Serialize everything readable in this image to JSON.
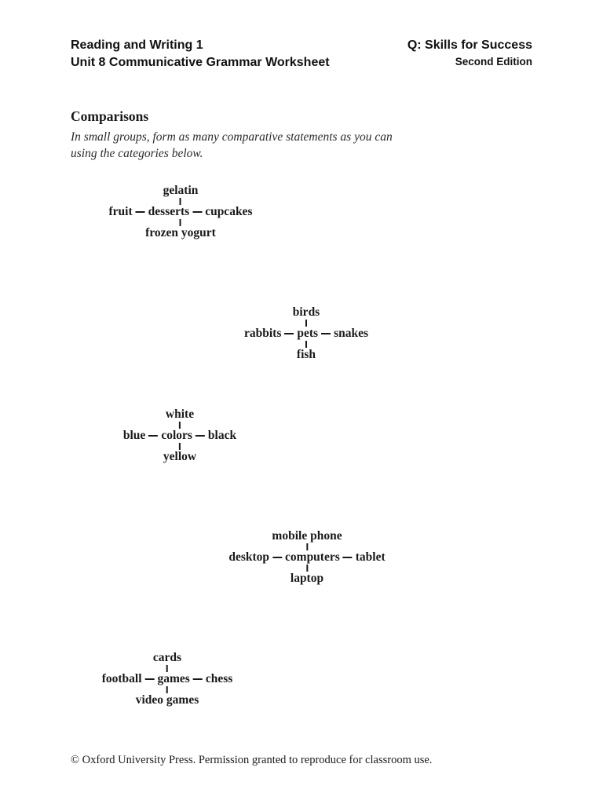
{
  "header": {
    "course": "Reading and Writing 1",
    "worksheet": "Unit 8 Communicative Grammar Worksheet",
    "brand": "Q: Skills for Success",
    "edition": "Second Edition"
  },
  "section": {
    "title": "Comparisons",
    "instructions_lines": [
      "In small groups, form as many comparative statements as you can",
      "using the categories below."
    ]
  },
  "diagrams": [
    {
      "center": "desserts",
      "top": "gelatin",
      "left": "fruit",
      "right": "cupcakes",
      "bottom": "frozen yogurt"
    },
    {
      "center": "pets",
      "top": "birds",
      "left": "rabbits",
      "right": "snakes",
      "bottom": "fish"
    },
    {
      "center": "colors",
      "top": "white",
      "left": "blue",
      "right": "black",
      "bottom": "yellow"
    },
    {
      "center": "computers",
      "top": "mobile phone",
      "left": "desktop",
      "right": "tablet",
      "bottom": "laptop"
    },
    {
      "center": "games",
      "top": "cards",
      "left": "football",
      "right": "chess",
      "bottom": "video games"
    }
  ],
  "footer": {
    "text": "© Oxford University Press. Permission granted to reproduce for classroom use."
  }
}
